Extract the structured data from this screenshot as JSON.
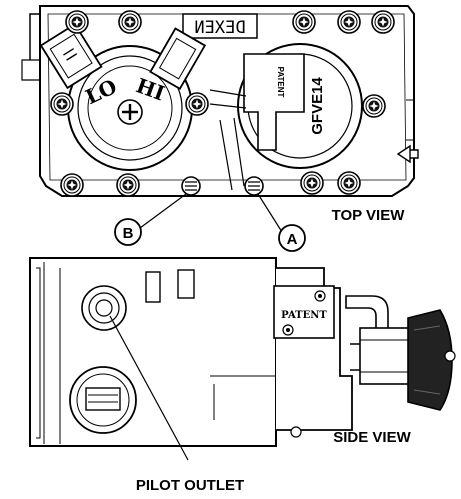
{
  "brand_text": "DEXEN",
  "model_text": "GFVE14",
  "patent_top": "PATENT",
  "patent_side": "PATENT",
  "knob_lo": "LO",
  "knob_hi": "HI",
  "callout_a": "A",
  "callout_b": "B",
  "label_top_view": "TOP VIEW",
  "label_side_view": "SIDE VIEW",
  "label_pilot_outlet": "PILOT OUTLET",
  "screw_icon": "torx-screw-icon"
}
